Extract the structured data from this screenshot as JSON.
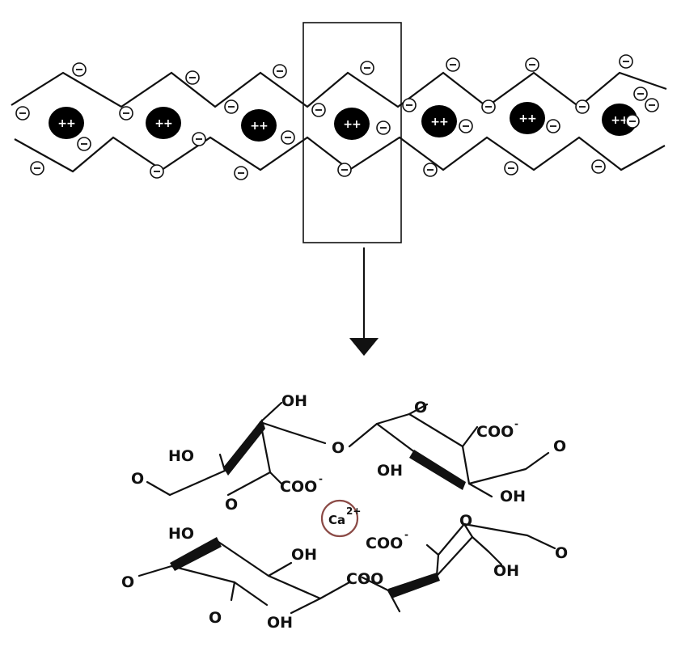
{
  "chain": {
    "cation_label": "++",
    "anion_symbol": "−",
    "cation_count": 7,
    "anion_count": 30
  },
  "structure": {
    "labels": [
      "OH",
      "O",
      "COO",
      "O",
      "HO",
      "O",
      "OH",
      "COO",
      "O",
      "OH",
      "O",
      "HO",
      "OH",
      "COO",
      "O",
      "O",
      "OH",
      "O",
      "COO",
      "O",
      "OH"
    ],
    "charge_superscript": "-",
    "ion": {
      "text": "Ca",
      "superscript": "2+"
    }
  },
  "colors": {
    "line": "#111111",
    "cation_fill": "#000000",
    "ion_ring": "#8b4a46"
  }
}
